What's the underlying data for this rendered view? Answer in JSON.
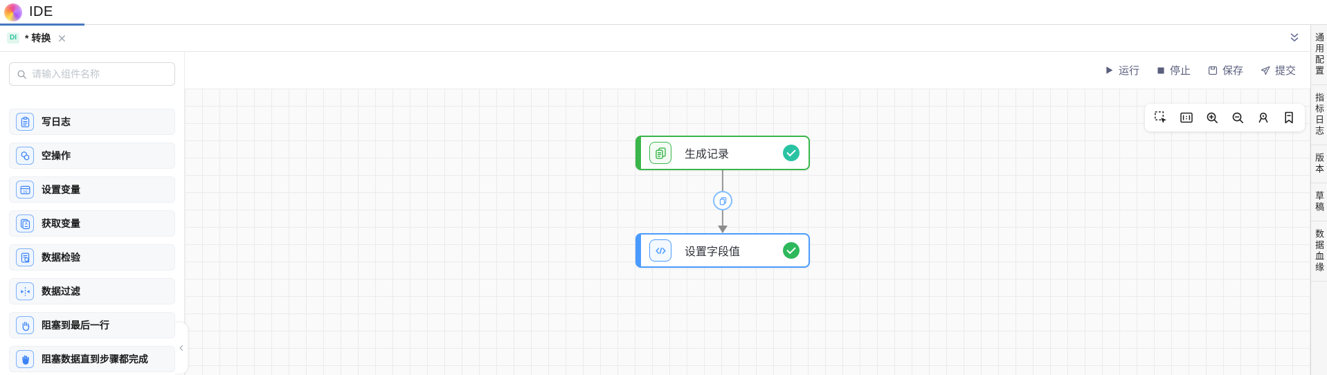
{
  "app": {
    "title": "IDE"
  },
  "tabbar": {
    "tab": {
      "badge": "DI",
      "title": "* 转换"
    }
  },
  "sidebar": {
    "search_placeholder": "请输入组件名称",
    "items": [
      {
        "label": "写日志",
        "icon": "write-log-icon"
      },
      {
        "label": "空操作",
        "icon": "no-op-icon"
      },
      {
        "label": "设置变量",
        "icon": "set-variable-icon"
      },
      {
        "label": "获取变量",
        "icon": "get-variable-icon"
      },
      {
        "label": "数据检验",
        "icon": "data-validate-icon"
      },
      {
        "label": "数据过滤",
        "icon": "data-filter-icon"
      },
      {
        "label": "阻塞到最后一行",
        "icon": "block-last-row-icon"
      },
      {
        "label": "阻塞数据直到步骤都完成",
        "icon": "block-until-done-icon"
      }
    ]
  },
  "actions": {
    "run": "运行",
    "stop": "停止",
    "save": "保存",
    "submit": "提交"
  },
  "canvas": {
    "toolbar_icons": [
      "marquee-select",
      "fit-view",
      "zoom-in",
      "zoom-out",
      "locate",
      "bookmark"
    ],
    "nodes": [
      {
        "label": "生成记录",
        "accent": "#3ab54a",
        "status": "success",
        "status_color": "#29c3a3",
        "icon": "generate-records-icon"
      },
      {
        "label": "设置字段值",
        "accent": "#4a9bff",
        "status": "success",
        "status_color": "#2eb85c",
        "icon": "set-field-value-icon"
      }
    ],
    "edge": {
      "type": "copy-rows",
      "icon": "copy-icon"
    }
  },
  "right_panel": {
    "tabs": [
      "通用配置",
      "指标日志",
      "版本",
      "草稿",
      "数据血缘"
    ]
  },
  "colors": {
    "accent_blue": "#4a9bff",
    "accent_green": "#3ab54a",
    "check_teal": "#29c3a3",
    "check_green": "#2eb85c",
    "action_text": "#5a5f7d",
    "tab_indicator": "#4577c0",
    "badge_bg": "#e1f7ee",
    "badge_text": "#30c29c"
  }
}
